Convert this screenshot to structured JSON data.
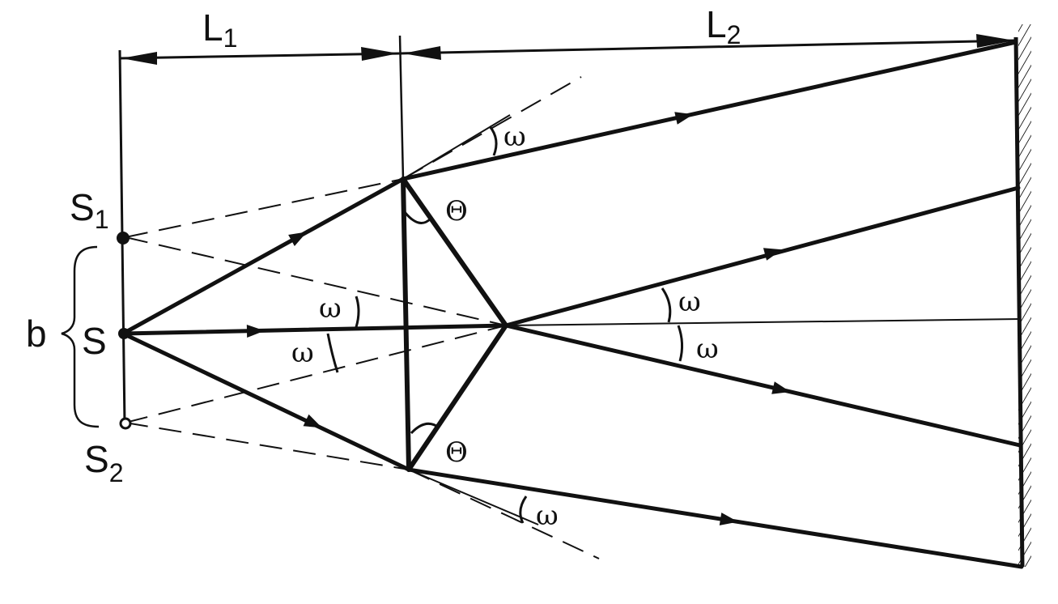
{
  "labels": {
    "l1": "L",
    "l1_sub": "1",
    "l2": "L",
    "l2_sub": "2",
    "s1": "S",
    "s1_sub": "1",
    "s": "S",
    "s2": "S",
    "s2_sub": "2",
    "b": "b",
    "omega": "ω",
    "theta": "Θ"
  }
}
